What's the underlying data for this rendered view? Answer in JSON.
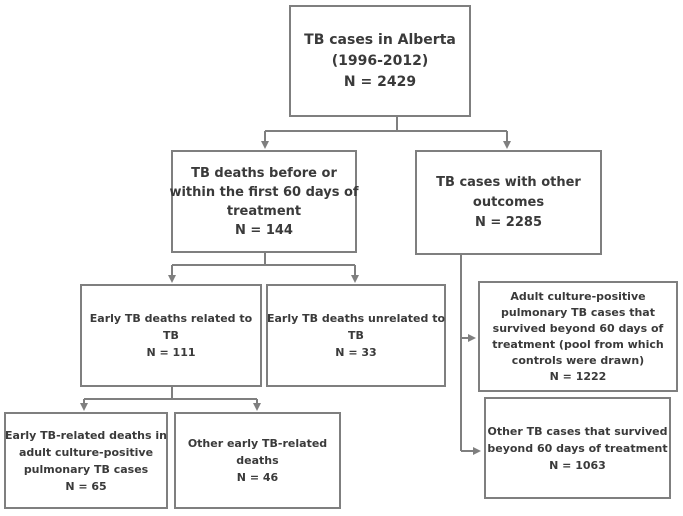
{
  "colors": {
    "border": "#7f7f7f",
    "connector": "#7f7f7f",
    "text": "#3a3a3a"
  },
  "boxes": {
    "root": {
      "lines": [
        "TB cases in Alberta",
        "(1996-2012)",
        "N = 2429"
      ]
    },
    "deaths_60": {
      "lines": [
        "TB deaths before or",
        "within the first 60 days of",
        "treatment",
        "N = 144"
      ]
    },
    "other_outcomes": {
      "lines": [
        "TB cases with other",
        "outcomes",
        "N = 2285"
      ]
    },
    "related": {
      "lines": [
        "Early TB deaths related to",
        "TB",
        "N = 111"
      ]
    },
    "unrelated": {
      "lines": [
        "Early TB deaths unrelated to",
        "TB",
        "N = 33"
      ]
    },
    "survived_adult": {
      "lines": [
        "Adult culture-positive",
        "pulmonary TB cases that",
        "survived beyond 60 days of",
        "treatment (pool from which",
        "controls were drawn)",
        "N = 1222"
      ]
    },
    "related_adult": {
      "lines": [
        "Early TB-related deaths in",
        "adult culture-positive",
        "pulmonary TB cases",
        "N = 65"
      ]
    },
    "related_other": {
      "lines": [
        "Other early TB-related",
        "deaths",
        "N = 46"
      ]
    },
    "survived_other": {
      "lines": [
        "Other TB cases that survived",
        "beyond 60 days of treatment",
        "N = 1063"
      ]
    }
  }
}
